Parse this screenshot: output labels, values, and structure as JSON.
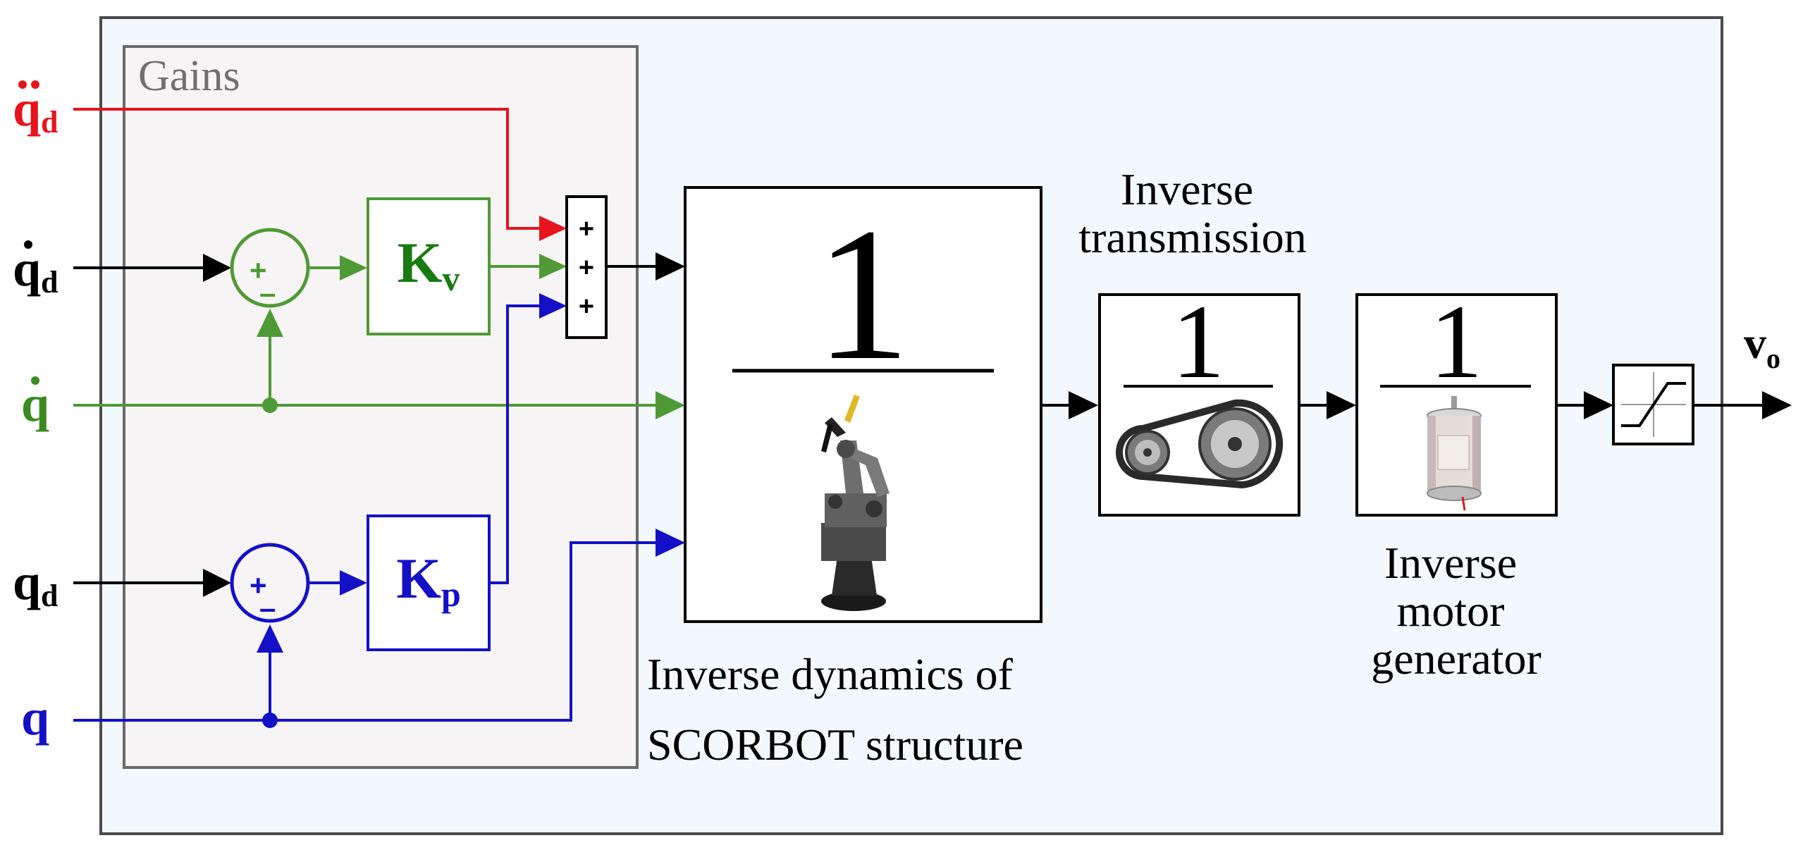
{
  "gains_label": "Gains",
  "inputs": {
    "qdd": {
      "base": "q",
      "sub": "d",
      "accent": "double-dot",
      "color": "#e8141b"
    },
    "qdot_d": {
      "base": "q",
      "sub": "d",
      "accent": "dot",
      "color": "#000000"
    },
    "qdot": {
      "base": "q",
      "sub": "",
      "accent": "dot",
      "color": "#3a8a22"
    },
    "q_d": {
      "base": "q",
      "sub": "d",
      "accent": "",
      "color": "#000000"
    },
    "q": {
      "base": "q",
      "sub": "",
      "accent": "",
      "color": "#1410c8"
    }
  },
  "summers": {
    "velocity": {
      "plus": "+",
      "minus": "–",
      "color": "#4f9a36"
    },
    "position": {
      "plus": "+",
      "minus": "–",
      "color": "#1410c8"
    },
    "triple": {
      "signs": [
        "+",
        "+",
        "+"
      ]
    }
  },
  "gain_blocks": {
    "kv": {
      "base": "K",
      "sub": "v",
      "color": "#1a7a12"
    },
    "kp": {
      "base": "K",
      "sub": "p",
      "color": "#1410c8"
    }
  },
  "blocks": {
    "inverse_dynamics": {
      "numerator": "1",
      "caption_lines": [
        "Inverse dynamics of",
        "SCORBOT structure"
      ],
      "image": "robot-arm-icon"
    },
    "inverse_transmission": {
      "numerator": "1",
      "caption_lines": [
        "Inverse",
        "transmission"
      ],
      "image": "belt-pulley-icon"
    },
    "inverse_motor": {
      "numerator": "1",
      "caption_lines": [
        "Inverse",
        "motor",
        "generator"
      ],
      "image": "dc-motor-icon"
    },
    "saturation": {
      "image": "saturation-icon"
    }
  },
  "output": {
    "base": "v",
    "sub": "o"
  },
  "colors": {
    "red": "#e8141b",
    "green": "#4f9a36",
    "blue": "#1410c8",
    "outer_bg": "#f3f8fd",
    "gains_bg": "#f7f4f5"
  }
}
